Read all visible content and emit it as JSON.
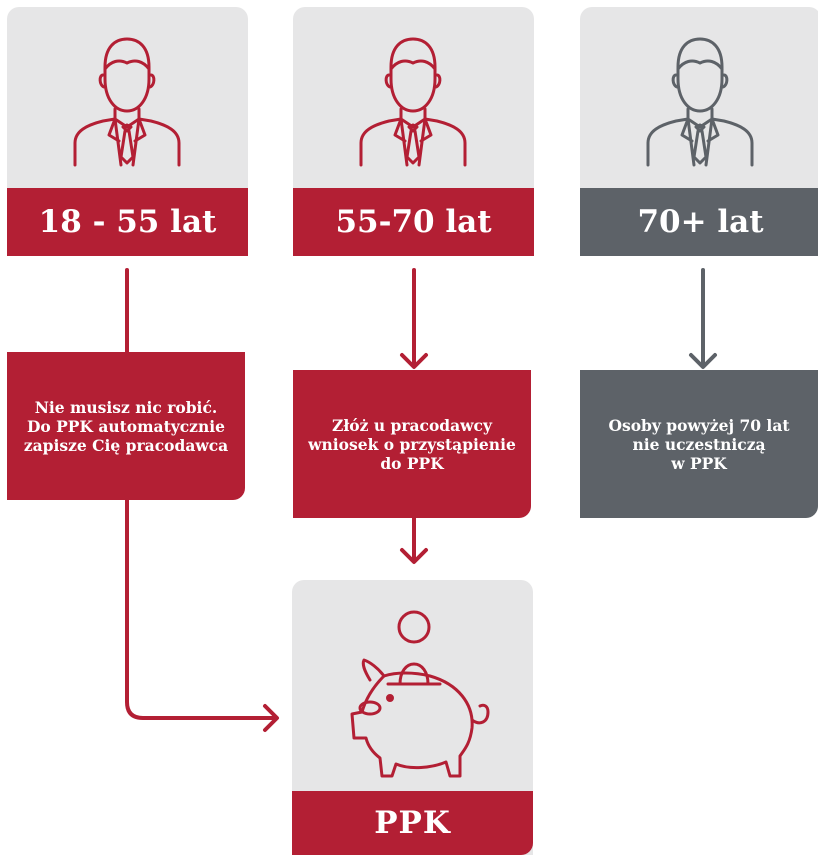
{
  "colors": {
    "red": "#b31f34",
    "grey": "#5d6268",
    "card_bg": "#e6e6e7"
  },
  "age_groups": [
    {
      "label": "18 - 55 lat",
      "icon": "businessman-icon",
      "color": "red"
    },
    {
      "label": "55-70 lat",
      "icon": "businessman-icon",
      "color": "red"
    },
    {
      "label": "70+ lat",
      "icon": "businessman-icon",
      "color": "grey"
    }
  ],
  "actions": [
    "Nie musisz nic robić.\nDo PPK automatycznie\nzapisze Cię pracodawca",
    "Złóż u pracodawcy\nwniosek o przystąpienie\ndo PPK",
    "Osoby powyżej 70 lat\nnie uczestniczą\nw PPK"
  ],
  "result": {
    "label": "PPK",
    "icon": "piggy-bank-coin-icon"
  }
}
